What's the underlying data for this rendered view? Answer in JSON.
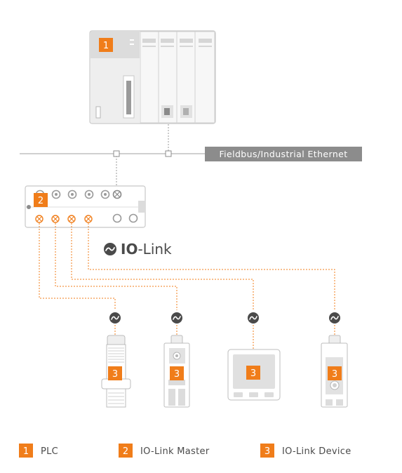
{
  "colors": {
    "accent": "#f07d1a",
    "gray": "#8c8c8c",
    "light_gray": "#e6e6e6",
    "line_gray": "#bfbfbf",
    "dark_icon": "#4a4a4a"
  },
  "plc": {
    "badge": "1"
  },
  "master": {
    "badge": "2"
  },
  "devices": [
    {
      "badge": "3",
      "kind": "cylindrical-sensor"
    },
    {
      "badge": "3",
      "kind": "slim-sensor"
    },
    {
      "badge": "3",
      "kind": "display-unit"
    },
    {
      "badge": "3",
      "kind": "optical-sensor"
    }
  ],
  "fieldbus": {
    "label": "Fieldbus/Industrial Ethernet"
  },
  "iolink_logo": {
    "text_bold": "IO",
    "text_rest": "-Link",
    "icon": "iolink-icon"
  },
  "legend": [
    {
      "badge": "1",
      "label": "PLC"
    },
    {
      "badge": "2",
      "label": "IO-Link Master"
    },
    {
      "badge": "3",
      "label": "IO-Link Device"
    }
  ]
}
